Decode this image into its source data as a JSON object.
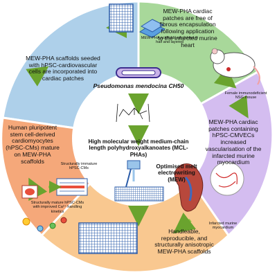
{
  "center": {
    "organism": "Pseudomonas mendocina CH50",
    "polymer": "High molecular weight medium-chain length polyhydroxyalkanoates (MCL-PHAs)",
    "process": "Optimised melt electrowriting (MEW)"
  },
  "segments": {
    "top_left": "MEW-PHA scaffolds seeded with hPSC-cardiovascular cells are incorporated into cardiac patches",
    "top_right": "MEW-PHA cardiac patches are free of fibrous encapsulation following application to the infarcted murine heart",
    "right": "MEW-PHA cardiac patches containing hPSC-CMVECs increased vascularisation of the infarcted murine myocardium",
    "bottom": "Handleable, reproducible, and structurally anisotropic MEW-PHA scaffolds",
    "left": "Human pluripotent stem cell-derived cardiomyocytes (hPSC-CMs) mature on MEW-PHA scaffolds"
  },
  "labels": {
    "folded_scaffolds": "MEW-PHA scaffolds are folded in half and layered",
    "mouse": "Female immunodeficient NSG mouse",
    "heart": "Infarcted murine myocardium",
    "immature_cms": "Structurally immature hPSC-CMs",
    "mature_cms": "Structurally mature hPSC-CMs with improved Ca²⁺ handling kinetics"
  },
  "colors": {
    "segment_top_left": "#aed0ea",
    "segment_top_right": "#a8d89a",
    "segment_right": "#d4bdf0",
    "segment_bottom": "#f9c890",
    "segment_left": "#f5a87a",
    "arrow": "#8cc63f",
    "scaffold_grid": "#2a5ba8"
  },
  "icons": [
    "scaffold-grid-icon",
    "mouse-icon",
    "bacterium-icon",
    "polymer-structure-icon",
    "meW-printer-icon",
    "heart-icon",
    "cardiomyocyte-icon",
    "arrow-icon"
  ]
}
